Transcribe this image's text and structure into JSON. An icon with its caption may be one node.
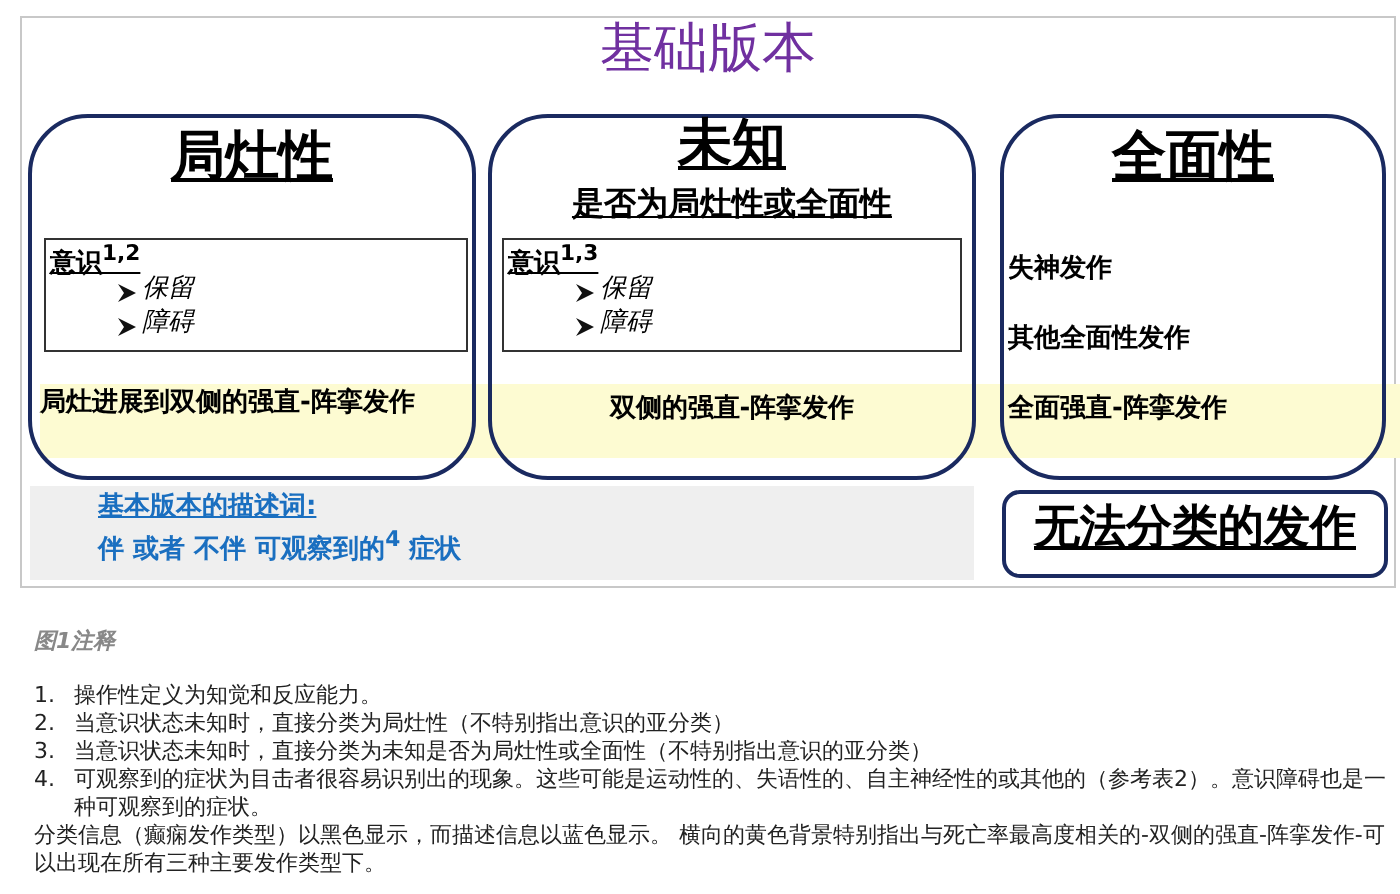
{
  "diagram": {
    "title": "基础版本",
    "nodes": [
      {
        "text": [
          "局灶性",
          "局灶进展到双侧的强直-阵挛发作"
        ]
      },
      {
        "text": [
          "意识$^{1,2}$",
          "保留",
          "障碍"
        ],
        "in": 0
      },
      {
        "text": [
          "未知",
          "是否为局灶性或全面性",
          "双侧的强直-阵挛发作"
        ]
      },
      {
        "text": [
          "意识$^{1,3}$",
          "保留",
          "障碍"
        ],
        "in": 2
      },
      {
        "text": [
          "全面性",
          "失神发作",
          "其他全面性发作",
          "全面强直-阵挛发作"
        ]
      },
      {
        "text": [
          "基本版本的描述词:",
          "伴 或者 不伴 可观察到的$^{4}$ 症状"
        ]
      },
      {
        "text": [
          "无法分类的发作"
        ]
      }
    ],
    "edges": [],
    "labels": [
      "图1注释",
      "1.",
      "操作性定义为知觉和反应能力。",
      "2.",
      "当意识状态未知时，直接分类为局灶性（不特别指出意识的亚分类）",
      "3.",
      "当意识状态未知时，直接分类为未知是否为局灶性或全面性（不特别指出意识的亚分类）",
      "4.",
      "可观察到的症状为目击者很容易识别出的现象。这些可能是运动性的、失语性的、自主神经性的或其他的（参考表2）。意识障碍也是一种可观察到的症状。",
      "分类信息（癫痫发作类型）以黑色显示，而描述信息以蓝色显示。 横向的黄色背景特别指出与死亡率最高度相关的-双侧的强直-阵挛发作-可以出现在所有三种主要发作类型下。"
    ]
  }
}
